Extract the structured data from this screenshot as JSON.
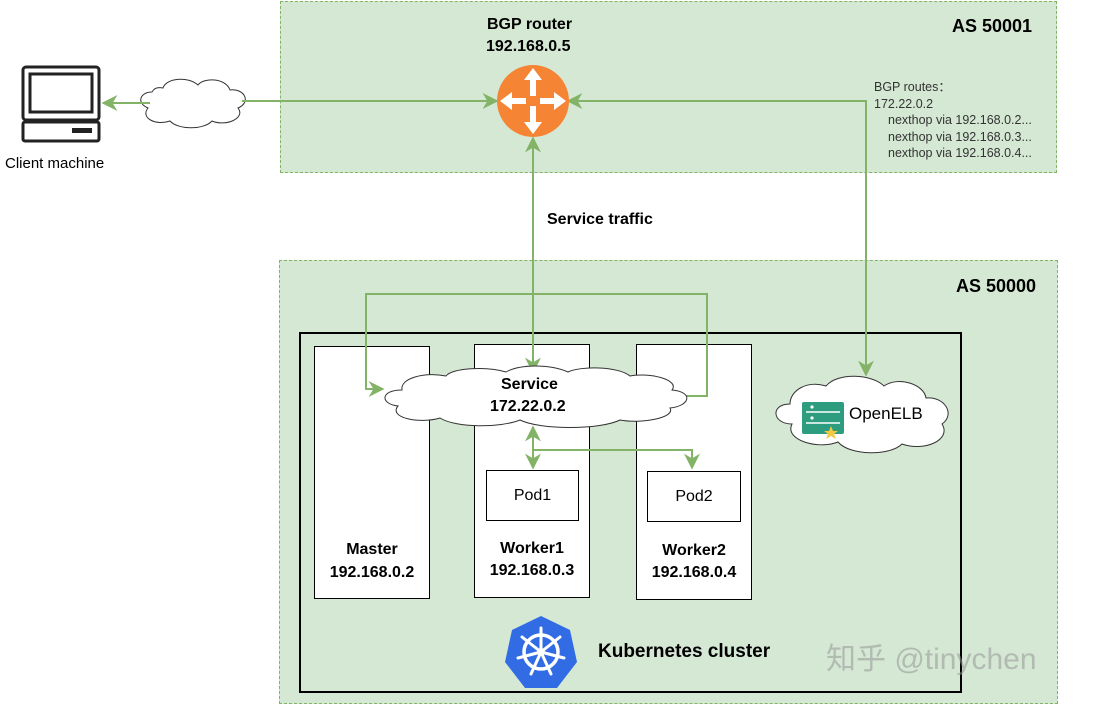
{
  "as_top": {
    "label": "AS 50001"
  },
  "as_bottom": {
    "label": "AS 50000"
  },
  "router": {
    "title": "BGP router",
    "ip": "192.168.0.5"
  },
  "client": {
    "label": "Client machine"
  },
  "bgp_routes": {
    "heading": "BGP routes：",
    "prefix": "172.22.0.2",
    "entries": [
      "nexthop via 192.168.0.2...",
      "nexthop via 192.168.0.3...",
      "nexthop via 192.168.0.4..."
    ]
  },
  "service_traffic": "Service traffic",
  "service": {
    "title": "Service",
    "ip": "172.22.0.2"
  },
  "openelb": {
    "label": "OpenELB"
  },
  "nodes": [
    {
      "name": "Master",
      "ip": "192.168.0.2"
    },
    {
      "name": "Worker1",
      "ip": "192.168.0.3"
    },
    {
      "name": "Worker2",
      "ip": "192.168.0.4"
    }
  ],
  "pods": [
    "Pod1",
    "Pod2"
  ],
  "cluster_label": "Kubernetes cluster",
  "watermark": "知乎 @tinychen",
  "colors": {
    "zone_fill": "#d5e8d4",
    "zone_border": "#82b366",
    "router": "#f58534",
    "k8s": "#326ce5",
    "openelb": "#2e9c7e"
  }
}
